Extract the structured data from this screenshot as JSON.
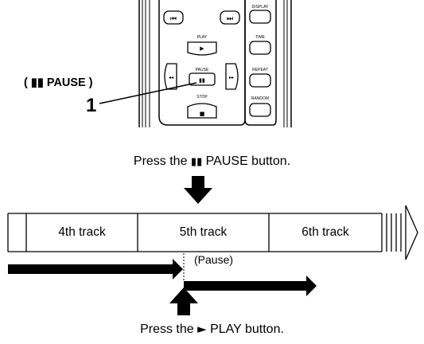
{
  "remote": {
    "labels": {
      "play": "PLAY",
      "pause": "PAUSE",
      "stop": "STOP",
      "display": "DISPLAY",
      "time": "TIME",
      "repeat": "REPEAT",
      "random": "RANDOM"
    },
    "glyphs": {
      "skip_back": "⏮",
      "skip_forward": "⏭",
      "play": "▶",
      "pause": "▮▮",
      "rewind": "◂◂",
      "fast_forward": "▸▸",
      "stop": "■"
    }
  },
  "callout": {
    "button_name": "( ▮▮ PAUSE )",
    "step_number": "1"
  },
  "instructions": {
    "pause_prefix": "Press the ",
    "pause_icon": "▮▮",
    "pause_suffix": " PAUSE button.",
    "play_prefix": "Press the ",
    "play_icon": "►",
    "play_suffix": " PLAY button."
  },
  "tracks": {
    "items": [
      "4th track",
      "5th track",
      "6th track"
    ],
    "pause_note": "(Pause)"
  }
}
